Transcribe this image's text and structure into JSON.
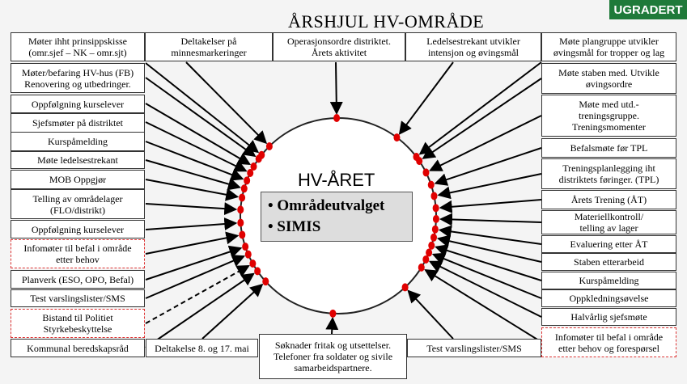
{
  "title": "ÅRSHJUL HV-OMRÅDE",
  "badge": "UGRADERT",
  "center": {
    "title": "HV-ÅRET",
    "items": [
      "Områdeutvalget",
      "SIMIS"
    ]
  },
  "top_boxes": [
    "Møter ihht prinsippskisse\n(omr.sjef – NK – omr.sjt)",
    "Deltakelser på\nminnesmarkeringer",
    "Operasjonsordre distriktet.\nÅrets aktivitet",
    "Ledelsestrekant utvikler\nintensjon og øvingsmål",
    "Møte plangruppe utvikler\nøvingsmål for tropper og lag"
  ],
  "left_boxes": [
    "Møter/befaring HV-hus (FB)\nRenovering og utbedringer.",
    "Oppfølgning kurselever",
    "Sjefsmøter på distriktet",
    "Kurspåmelding",
    "Møte ledelsestrekant",
    "MOB Oppgjør",
    "Telling av områdelager\n(FLO/distrikt)",
    "Oppfølgning kurselever",
    "Infomøter til befal i område\netter behov",
    "Planverk (ESO, OPO, Befal)",
    "Test varslingslister/SMS",
    "Bistand til Politiet\nStyrkebeskyttelse",
    "Kommunal beredskapsråd"
  ],
  "right_boxes": [
    "Møte staben med. Utvikle\nøvingsordre",
    "Møte med utd.-\ntreningsgruppe.\nTreningsmomenter",
    "Befalsmøte før TPL",
    "Treningsplanlegging iht\ndistriktets føringer. (TPL)",
    "Årets Trening (ÅT)",
    "Materiellkontroll/\ntelling av lager",
    "Evaluering etter ÅT",
    "Staben etterarbeid",
    "Kurspåmelding",
    "Oppkledningsøvelse",
    "Halvårlig sjefsmøte",
    "Infomøter til befal i område\netter behov og forespørsel"
  ],
  "bottom_boxes": [
    "Deltakelse 8. og 17. mai",
    "Søknader fritak og utsettelser.\nTelefoner fra soldater og sivile\nsamarbeidspartnere.",
    "Test varslingslister/SMS"
  ],
  "colors": {
    "badge": "#1f7a3a",
    "dot": "#e00000",
    "dashed_border": "#d33333"
  }
}
